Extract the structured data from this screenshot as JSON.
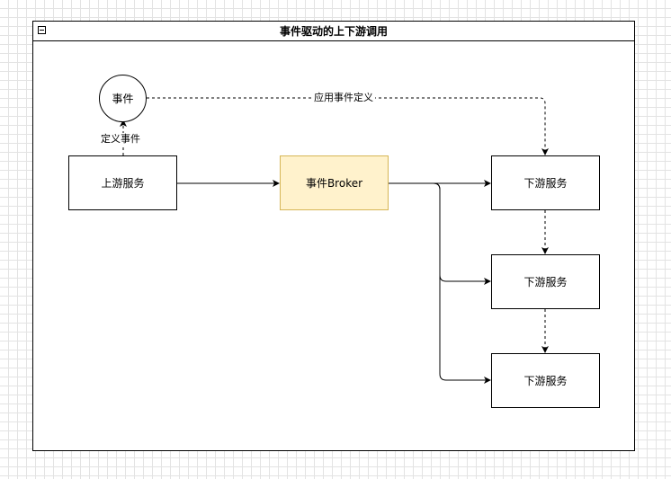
{
  "diagram": {
    "title": "事件驱动的上下游调用",
    "nodes": {
      "event": "事件",
      "upstream": "上游服务",
      "broker": "事件Broker",
      "downstream_1": "下游服务",
      "downstream_2": "下游服务",
      "downstream_3": "下游服务"
    },
    "edge_labels": {
      "define_event": "定义事件",
      "apply_event_definition": "应用事件定义"
    }
  },
  "colors": {
    "broker_fill": "#fff2cc",
    "broker_stroke": "#d6b656",
    "line": "#000000"
  }
}
